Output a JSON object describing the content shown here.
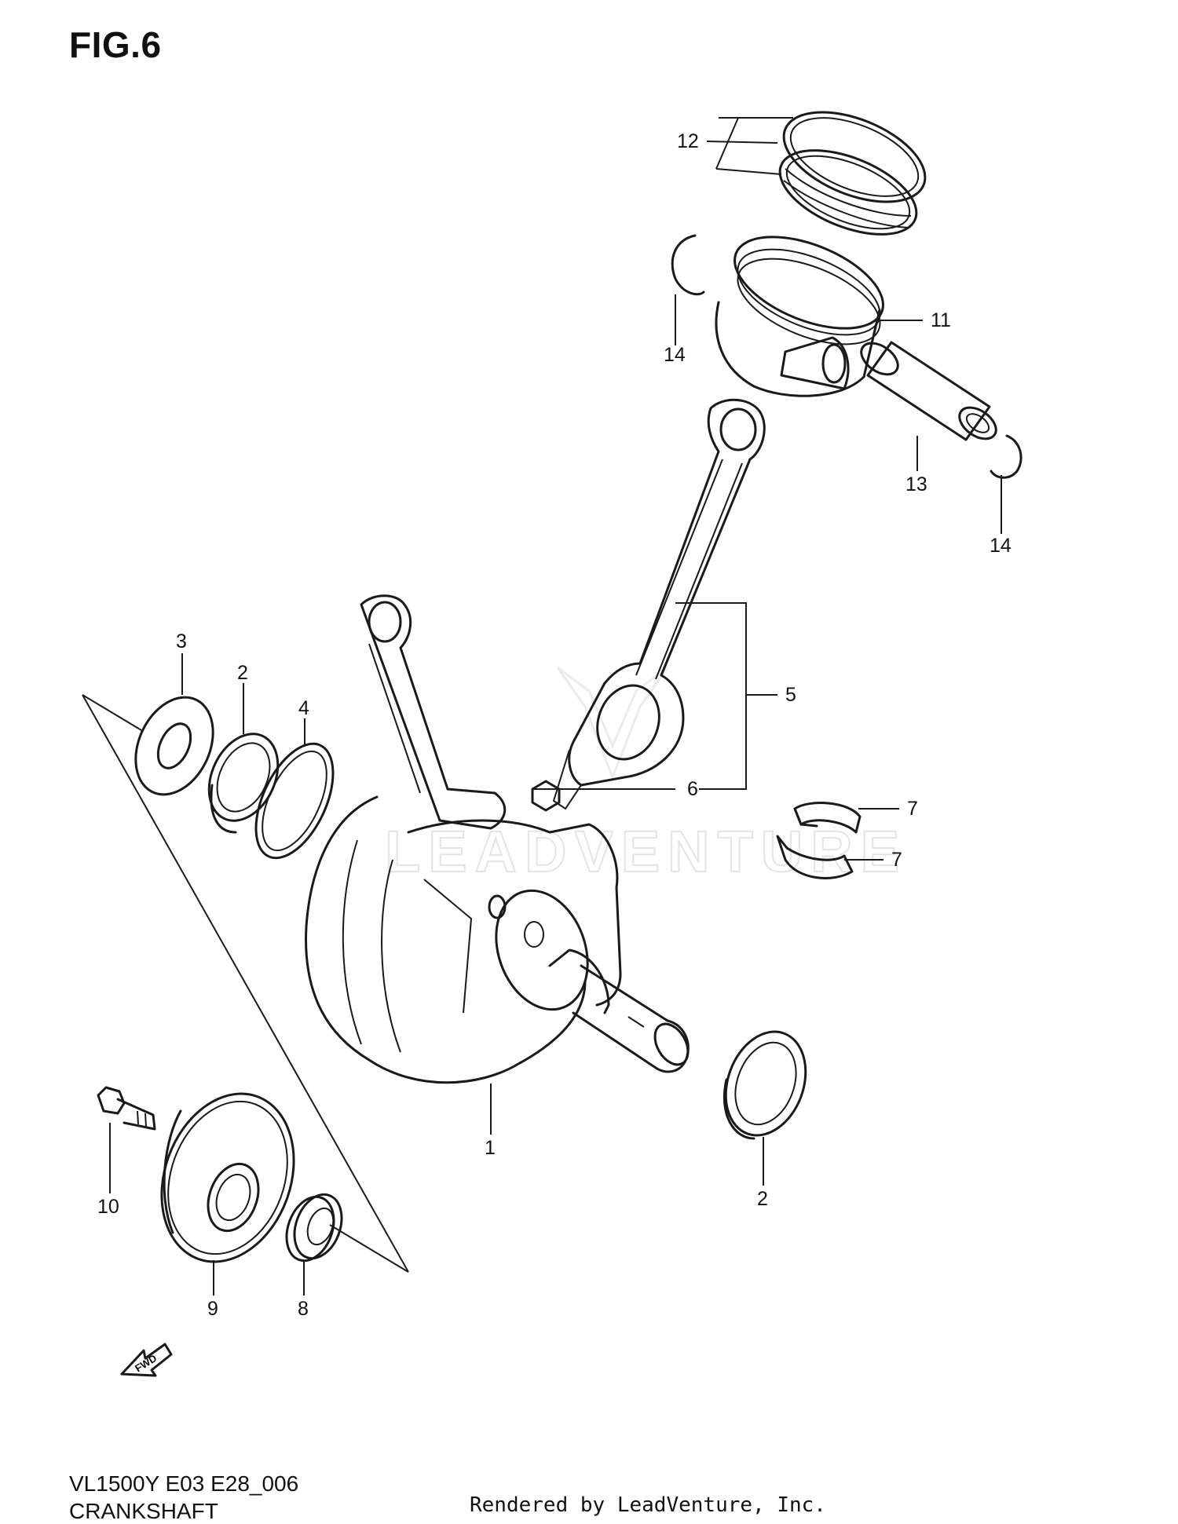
{
  "figure": {
    "title": "FIG.6",
    "model_code": "VL1500Y E03 E28_006",
    "section_name": "CRANKSHAFT",
    "credit": "Rendered by LeadVenture, Inc.",
    "watermark": "LEADVENTURE",
    "fwd_label": "FWD"
  },
  "callouts": [
    {
      "id": "12",
      "label": "12"
    },
    {
      "id": "11",
      "label": "11"
    },
    {
      "id": "14a",
      "label": "14"
    },
    {
      "id": "13",
      "label": "13"
    },
    {
      "id": "14b",
      "label": "14"
    },
    {
      "id": "3",
      "label": "3"
    },
    {
      "id": "2a",
      "label": "2"
    },
    {
      "id": "4",
      "label": "4"
    },
    {
      "id": "5",
      "label": "5"
    },
    {
      "id": "6",
      "label": "6"
    },
    {
      "id": "7a",
      "label": "7"
    },
    {
      "id": "7b",
      "label": "7"
    },
    {
      "id": "1",
      "label": "1"
    },
    {
      "id": "2b",
      "label": "2"
    },
    {
      "id": "10",
      "label": "10"
    },
    {
      "id": "9",
      "label": "9"
    },
    {
      "id": "8",
      "label": "8"
    }
  ],
  "colors": {
    "ink": "#1a1a1a",
    "paper": "#ffffff",
    "watermark": "#e4e4e4"
  }
}
